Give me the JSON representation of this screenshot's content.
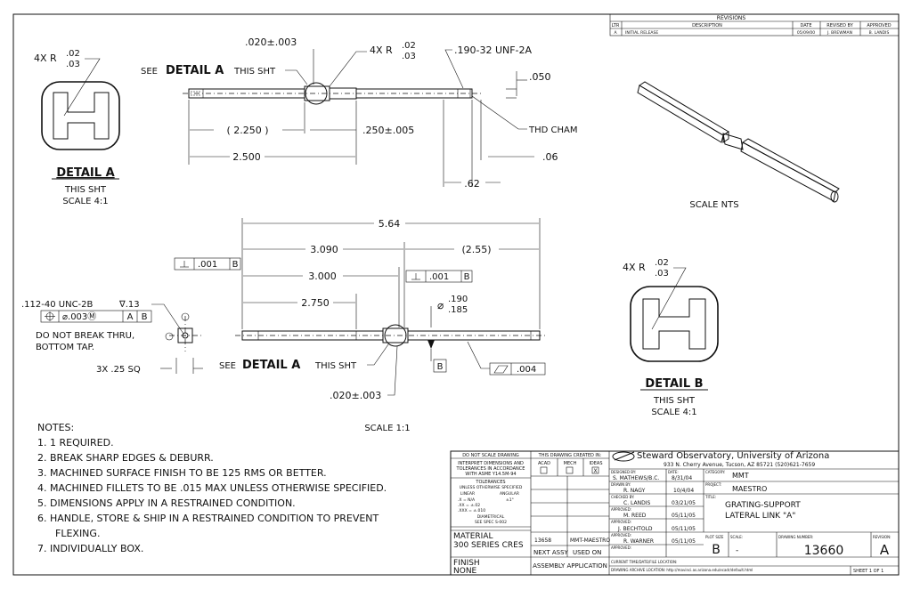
{
  "revisions": {
    "title": "REVISIONS",
    "headers": [
      "LTR",
      "DESCRIPTION",
      "DATE",
      "REVISED BY",
      "APPROVED"
    ],
    "rows": [
      [
        "A",
        "INITIAL RELEASE",
        "05/09/00",
        "J. BREWMAN",
        "B. LANDIS"
      ]
    ]
  },
  "top_view": {
    "detail_callout_prefix": "SEE",
    "detail_callout_name": "DETAIL A",
    "detail_callout_suffix": "THIS SHT",
    "radius_4x_prefix": "4X R",
    "radius_upper": ".02",
    "radius_lower": ".03",
    "neck_tol": ".020±.003",
    "thread": ".190-32 UNF-2A",
    "dim_050": ".050",
    "thd_cham": "THD CHAM",
    "dim_2250": "( 2.250 )",
    "dim_250": ".250±.005",
    "dim_2500": "2.500",
    "dim_06": ".06",
    "dim_62": ".62"
  },
  "detail_a": {
    "radius_prefix": "4X R",
    "radius_upper": ".02",
    "radius_lower": ".03",
    "title": "DETAIL A",
    "sub1": "THIS SHT",
    "sub2": "SCALE 4:1"
  },
  "iso_view": {
    "label": "SCALE NTS"
  },
  "front_view": {
    "dim_564": "5.64",
    "dim_3090": "3.090",
    "dim_255": "(2.55)",
    "dim_3000": "3.000",
    "dim_2750": "2.750",
    "fcf_perp_value": ".001",
    "fcf_perp_datum": "B",
    "fcf2_value": ".001",
    "fcf2_datum": "B",
    "hole_thread": ".112-40 UNC-2B",
    "hole_depth": "∇.13",
    "pos_tol_value": "⌀.003Ⓜ",
    "pos_tol_datum_a": "A",
    "pos_tol_datum_b": "B",
    "note_line1": "DO NOT BREAK THRU,",
    "note_line2": "BOTTOM TAP.",
    "sq": "3X .25 SQ",
    "diam_prefix": "⌀",
    "diam_upper": ".190",
    "diam_lower": ".185",
    "datum_b": "B",
    "cyl_value": ".004",
    "detail_callout_prefix": "SEE",
    "detail_callout_name": "DETAIL A",
    "detail_callout_suffix": "THIS SHT",
    "neck_tol": ".020±.003",
    "scale": "SCALE 1:1"
  },
  "detail_b": {
    "radius_prefix": "4X R",
    "radius_upper": ".02",
    "radius_lower": ".03",
    "title": "DETAIL B",
    "sub1": "THIS SHT",
    "sub2": "SCALE 4:1"
  },
  "notes": {
    "title": "NOTES:",
    "items": [
      "1. 1 REQUIRED.",
      "2. BREAK SHARP EDGES & DEBURR.",
      "3. MACHINED SURFACE FINISH TO BE 125 RMS OR BETTER.",
      "4. MACHINED FILLETS TO BE .015 MAX UNLESS OTHERWISE SPECIFIED.",
      "5. DIMENSIONS APPLY IN A RESTRAINED CONDITION.",
      "6. HANDLE, STORE & SHIP IN A RESTRAINED CONDITION TO PREVENT",
      "FLEXING.",
      "7. INDIVIDUALLY BOX."
    ]
  },
  "title_block": {
    "do_not_scale": "DO NOT SCALE DRAWING",
    "interpret1": "INTERPRET DIMENSIONS AND",
    "interpret2": "TOLERANCES IN ACCORDANCE",
    "interpret3": "WITH ASME Y14.5M-94",
    "tolerances": "TOLERANCES",
    "unless": "UNLESS OTHERWISE SPECIFIED",
    "linear": "LINEAR",
    "angular": "ANGULAR",
    "tol_x": ".X = N/A",
    "tol_xx": ".XX = ±.02",
    "tol_xxx": ".XXX = ±.010",
    "tol_ang": "±1°",
    "dimetrical": "DIAMETRICAL",
    "see_spec": "SEE SPEC S-002",
    "material_label": "MATERIAL",
    "material": "300 SERIES CRES",
    "finish_label": "FINISH",
    "finish": "NONE",
    "created_in": "THIS DRAWING CREATED IN:",
    "cad_cols": [
      "ACAD",
      "MECH",
      "IDEAS"
    ],
    "cad_mark": "X",
    "next_assy_num": "13658",
    "next_assy_name": "MMT-MAESTRO",
    "next_assy": "NEXT ASSY",
    "used_on": "USED ON",
    "assembly_app": "ASSEMBLY APPLICATION",
    "org": "Steward Observatory, University of Arizona",
    "address": "933 N. Cherry Avenue, Tucson, AZ  85721  (520)621-7659",
    "designed_by_label": "DESIGNED BY:",
    "designed_by": "S. MATHEWS/B.C.",
    "designed_date_label": "DATE:",
    "designed_date": "8/31/04",
    "drawn_by_label": "DRAWN BY:",
    "drawn_by": "R. NAGY",
    "drawn_date": "10/4/04",
    "checked_label": "CHECKED BY:",
    "checked_by": "C. LANDIS",
    "checked_date": "03/21/05",
    "approved1_label": "APPROVED:",
    "approved1": "M. REED",
    "approved1_date": "05/11/05",
    "approved2_label": "APPROVED:",
    "approved2": "J. BECHTOLD",
    "approved2_date": "05/11/05",
    "approved3_label": "APPROVED:",
    "approved3": "R. WARNER",
    "approved3_date": "05/11/05",
    "approved4_label": "APPROVED:",
    "category_label": "CATEGORY:",
    "category": "MMT",
    "project_label": "PROJECT:",
    "project": "MAESTRO",
    "title_label": "TITLE:",
    "title1": "GRATING-SUPPORT",
    "title2": "LATERAL LINK \"A\"",
    "plot_size_label": "PLOT SIZE",
    "plot_size": "B",
    "scale_label": "SCALE:",
    "scale": "-",
    "drawing_number_label": "DRAWING NUMBER:",
    "drawing_number": "13660",
    "revision_label": "REVISION:",
    "revision": "A",
    "current_time": "CURRENT TIME/DATE/FILE LOCATION:",
    "archive": "DRAWING ARCHIVE LOCATION: http://mavinci.as.arizona.edu/ecadr/default.html",
    "sheet": "SHEET 1 OF 1"
  }
}
